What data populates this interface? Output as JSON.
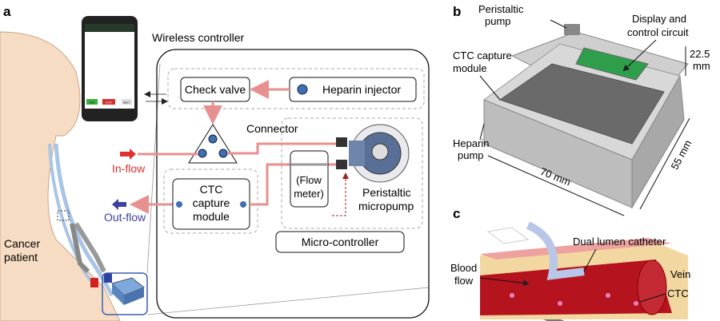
{
  "panel_a": {
    "label": "a",
    "wireless_controller": "Wireless controller",
    "check_valve": "Check valve",
    "heparin_injector": "Heparin injector",
    "connector": "Connector",
    "flow_meter_1": "(Flow",
    "flow_meter_2": "meter)",
    "peristaltic_1": "Peristaltic",
    "peristaltic_2": "micropump",
    "ctc_1": "CTC",
    "ctc_2": "capture",
    "ctc_3": "module",
    "micro_controller": "Micro-controller",
    "in_flow": "In-flow",
    "out_flow": "Out-flow",
    "patient_1": "Cancer",
    "patient_2": "patient",
    "phone_buttons": [
      "RUN",
      "STOP",
      "NEXT"
    ]
  },
  "panel_b": {
    "label": "b",
    "peristaltic_1": "Peristaltic",
    "peristaltic_2": "pump",
    "display_1": "Display and",
    "display_2": "control circuit",
    "ctc_1": "CTC capture",
    "ctc_2": "module",
    "heparin_1": "Heparin",
    "heparin_2": "pump",
    "width": "70 mm",
    "height_1": "22.5",
    "height_2": "mm",
    "depth": "55 mm"
  },
  "panel_c": {
    "label": "c",
    "catheter": "Dual lumen catheter",
    "blood_1": "Blood",
    "blood_2": "flow",
    "vein": "Vein",
    "ctc": "CTC"
  },
  "colors": {
    "flow_in": "#e8908f",
    "flow_out": "#3b3fa0",
    "node": "#3f6fb5",
    "display": "#2f9e4a",
    "blood": "#c0202a"
  }
}
